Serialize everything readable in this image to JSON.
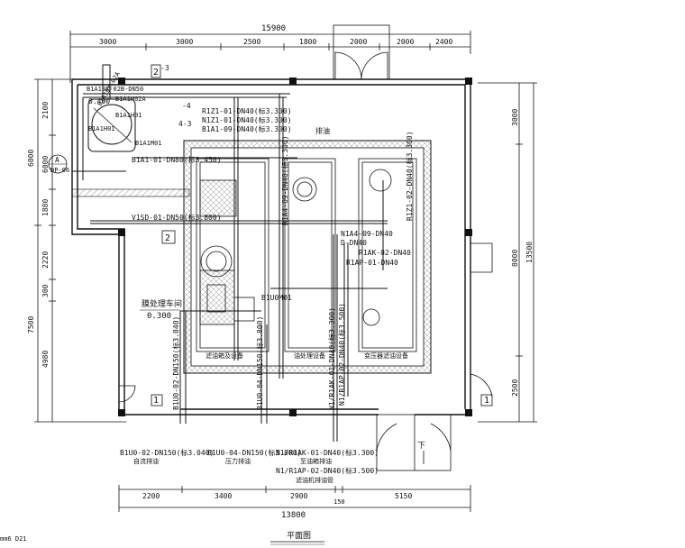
{
  "drawing": {
    "title": "平面图",
    "corner_note": "mm6\nD21"
  },
  "dimensions": {
    "top_total": "15900",
    "top_segments": [
      "3000",
      "3000",
      "2500",
      "1800",
      "2000",
      "2000",
      "2400"
    ],
    "bottom_total": "13800",
    "bottom_segments": [
      "2200",
      "3400",
      "2900",
      "5150"
    ],
    "bottom_small": "150",
    "left_outer": "7500",
    "left_outer_upper": "6000",
    "left_segments": [
      "2100",
      "6000",
      "1880",
      "2220",
      "300",
      "4980"
    ],
    "right_outer": "13500",
    "right_inner": "8000",
    "right_segments": [
      "3000",
      "2500"
    ]
  },
  "room": {
    "name": "膜处理车间",
    "elevation": "0.300"
  },
  "grid_markers": [
    "1",
    "2",
    "2",
    "1"
  ],
  "tags": {
    "aux": "A",
    "aux_sub": "DP-06",
    "stair_down": "下",
    "note_drain": "排油"
  },
  "pipe_labels": {
    "top_left": [
      "B1A1BX-02B-DN50",
      "B1A1H02A",
      "B1A1BX-02A",
      "B1A1H01",
      "B1A1H01",
      "B1A1M01"
    ],
    "b1": "-3",
    "b2": "4-3",
    "b3": "-4",
    "elev_0400": "0.400",
    "r1": "R1Z1-01-DN40(标3.300)",
    "r2": "N1Z1-01-DN40(标3.300)",
    "r3": "B1A1-09-DN40(标3.300)",
    "r4": "B1A1-01-DN80(标3.450)",
    "r5": "V1SD-01-DN50(标3.800)",
    "r6": "B1U0M01",
    "r7": "R1A4-09-DN40(标3.300)",
    "r8": "N1A4-09-DN40",
    "r9": "R1Z1-02-DN40(标3.300)",
    "r10": "R1AK-02-DN40",
    "r11": "R1AP-01-DN40",
    "r12": "D-DN40",
    "v1": "B1U0-02-DN150(标3.040)",
    "v2": "B1U0-04-DN150(标3.800)",
    "v3": "N1/R1AK-01-DN40(标3.300)",
    "v4": "N1/R1AP-02-DN40(标3.500)",
    "b_lbl1": "B1U0-02-DN150(标3.040)",
    "b_lbl1_sub": "自流排油",
    "b_lbl2": "B1U0-04-DN150(标3.800)",
    "b_lbl2_sub": "压力排油",
    "b_lbl3": "N1/R1AK-01-DN40(标3.300)",
    "b_lbl3_sub": "至油箱排油",
    "b_lbl4": "N1/R1AP-02-DN40(标3.500)",
    "b_lbl4_sub": "滤油机排油管",
    "eq1": "滤油箱及设备",
    "eq2": "油处理设备",
    "eq3": "变压器滤油设备"
  }
}
